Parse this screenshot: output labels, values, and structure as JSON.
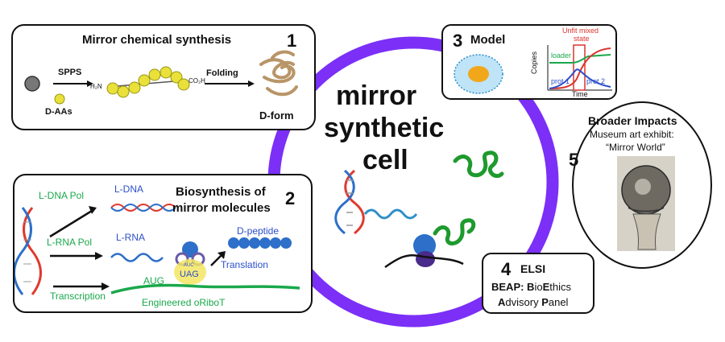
{
  "center": {
    "line1": "mirror",
    "line2": "synthetic",
    "line3": "cell"
  },
  "panel1": {
    "number": "1",
    "title": "Mirror chemical synthesis",
    "spps": "SPPS",
    "daas": "D-AAs",
    "h2n": "H₂N",
    "co2h": "CO₂H",
    "folding": "Folding",
    "dform": "D-form"
  },
  "panel2": {
    "number": "2",
    "title_line1": "Biosynthesis of",
    "title_line2": "mirror molecules",
    "ldna_pol": "L-DNA Pol",
    "ldna": "L-DNA",
    "lrna_pol": "L-RNA Pol",
    "lrna": "L-RNA",
    "dpeptide": "D-peptide",
    "translation": "Translation",
    "transcription": "Transcription",
    "aug": "AUG",
    "auc": "AUC",
    "uag": "UAG",
    "oribot": "Engineered oRiboT"
  },
  "panel3": {
    "number": "3",
    "title": "Model",
    "unfit1": "Unfit mixed",
    "unfit2": "state",
    "loader": "loader",
    "copies": "Copies",
    "prot1": "prot 1",
    "prot2": "prot 2",
    "time": "Time"
  },
  "panel4": {
    "number": "4",
    "title": "ELSI",
    "beap_b": "BEAP: B",
    "beap_io": "io",
    "beap_e": "E",
    "beap_thics": "thics",
    "advisory_a": "A",
    "advisory_rest": "dvisory ",
    "panel_p": "P",
    "panel_rest": "anel"
  },
  "panel5": {
    "number": "5",
    "title": "Broader Impacts",
    "sub1": "Museum art exhibit:",
    "sub2": "“Mirror World”"
  },
  "colors": {
    "ring": "#7b2ff7",
    "green_text": "#1aa84b",
    "blue_text": "#2b4fc9",
    "bead_yellow": "#e9e13a",
    "red_curve": "#d9362f"
  }
}
